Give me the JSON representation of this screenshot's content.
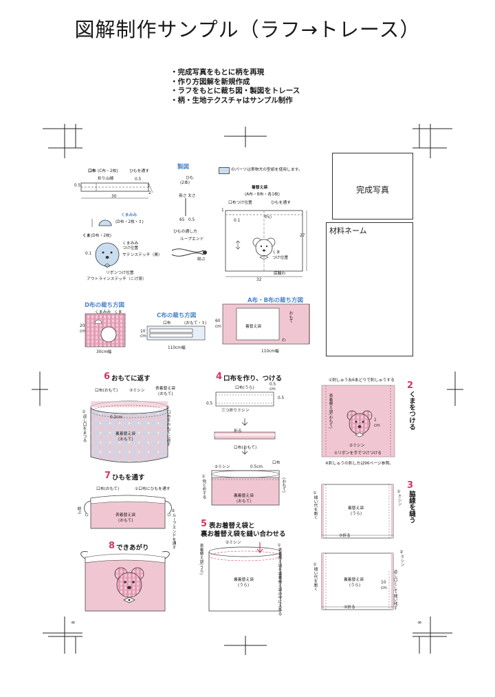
{
  "page": {
    "title": "図解制作サンプル（ラフ→トレース）",
    "notes": [
      "・完成写真をもとに柄を再現",
      "・作り方図解を新規作成",
      "・ラフをもとに裁ち図・製図をトレース",
      "・柄・生地テクスチャはサンプル制作"
    ],
    "photo_label": "完成写真",
    "material_label": "材料ネーム",
    "page_number_left": "∞",
    "page_number_right": "∞"
  },
  "colors": {
    "accent_pink": "#d2355f",
    "fabric_pink": "#f1c6d3",
    "heading_blue": "#4a84c8",
    "panel_blue": "#c9ddf0",
    "ink": "#1a1a1a"
  },
  "pattern": {
    "heading": "製図",
    "legend": "のパーツは実物大の型紙を使用します。",
    "kuchinuno": {
      "title": "口布",
      "sub": "(C布・2枚)",
      "himo": "ひもを通す",
      "fold": "折り山線",
      "m05": "0.5",
      "m05b": "0.5",
      "m1": "1",
      "m2": "2",
      "w30": "30"
    },
    "himo": {
      "title": "ひも",
      "sub": "(2本)",
      "length_label": "長さ",
      "thick_label": "太さ",
      "length": "65",
      "thick": "0.5",
      "toshikata": "ひもの通し方",
      "loop": "ループエンド",
      "musubu": "結ぶ"
    },
    "kumamimi": {
      "title": "くまみみ",
      "sub": "(D布・2枚・↕)"
    },
    "kuma": {
      "title": "くま",
      "sub": "(D布・2枚)",
      "mimi_pos": "くまみみ",
      "mimi_pos2": "つけ位置",
      "satin": "サテンステッチ（黒）",
      "m01": "0.1",
      "ribbon": "リボンつけ位置",
      "outline": "アウトラインステッチ（こげ茶）"
    },
    "bag": {
      "title": "着替え袋",
      "sub": "(A布・B布・各1枚)",
      "kuchi": "口布つけ位置",
      "himo": "ひもを通す",
      "center": "中心",
      "m1": "1",
      "m01": "0.1",
      "h27": "27",
      "w32": "32",
      "kuma_pos": "くま",
      "kuma_pos2": "つけ位置",
      "bottom": "底輪わ"
    }
  },
  "cutting": {
    "d": {
      "title": "D布の裁ち方図",
      "kumamimi": "くまみみ",
      "kuma": "くま",
      "h20": "20",
      "unit": "cm",
      "width": "30cm幅"
    },
    "c": {
      "title": "C布の裁ち方図",
      "kuchi": "口布",
      "omote": "(おもて・↕)",
      "h10": "10",
      "unit": "cm",
      "width": "110cm幅"
    },
    "ab": {
      "title": "A布・B布の裁ち方図",
      "bag": "着替え袋",
      "omote": "おもて",
      "h60": "60",
      "unit": "cm",
      "wa": "わ",
      "width": "110cm幅"
    }
  },
  "steps": {
    "s6": {
      "num": "6",
      "title": "おもてに返す",
      "kuchi": "口布(おもて)",
      "mishin": "③ミシン",
      "bag": "表着替え袋",
      "bag_sub": "(おもて)",
      "left": "①返し口をまつる",
      "right": "②口布をおもてに返す",
      "m02": "0.2cm",
      "inner": "裏着替え袋",
      "inner_sub": "(おもて)"
    },
    "s4": {
      "num": "4",
      "title": "口布を作り、つける",
      "kuchi_ura": "口布(うら)",
      "m05a": "0.5",
      "unit": "cm",
      "m05b": "0.5",
      "m05c": "0.5",
      "sanmitsu": "三つ折りミシン",
      "oru": "折る",
      "kuchi_omote": "口布(おもて)",
      "mishin": "②ミシン",
      "m05d": "0.5cm",
      "kuchi2": "口布",
      "kuchi2_sub": "(おもて)",
      "left": "①仮どめする",
      "inner": "裏着替え袋",
      "inner_sub": "(おもて)"
    },
    "s2": {
      "num": "2",
      "title": "くまをつける",
      "top_note": "①刺しゅう糸6本どりで刺しゅうする",
      "bag": "表着替え袋(おもて)",
      "m1": "1",
      "unit": "cm",
      "mishin": "②ミシン",
      "ribbon": "①リボンを手でつけつける",
      "footnote": "※刺しゅうの刺し方は96ページ参照。"
    },
    "s7": {
      "num": "7",
      "title": "ひもを通す",
      "left": "口布(おもて)",
      "right": "①口布にひもを通す",
      "loop": "②ループエンドを通す",
      "musubu": "結ぶ",
      "bag": "表着替え袋",
      "bag_sub": "(おもて)"
    },
    "s5": {
      "num": "5",
      "title": "表お着替え袋と",
      "title2": "裏お着替え袋を縫い合わせる",
      "left": "表着替え袋(うら)",
      "mishin": "②ミシン",
      "right": "①表着替え袋を裏着替え袋の中に入れる",
      "inner": "裏着替え袋",
      "inner_sub": "(うら)"
    },
    "s3": {
      "num": "3",
      "title": "脇線を縫う",
      "left": "①縫い代を割く",
      "right": "①ミシン",
      "inner": "着替え袋",
      "inner_sub": "(うら)",
      "oru": "③折る",
      "left2": "①縫い代を割く",
      "right2": "②ミシン",
      "right2b": "返し口として縫い残す",
      "h10": "10",
      "unit": "cm",
      "inner2": "裏着替え袋",
      "inner2_sub": "(うら)",
      "oru2": "③折る"
    },
    "s8": {
      "num": "8",
      "title": "できあがり"
    }
  }
}
